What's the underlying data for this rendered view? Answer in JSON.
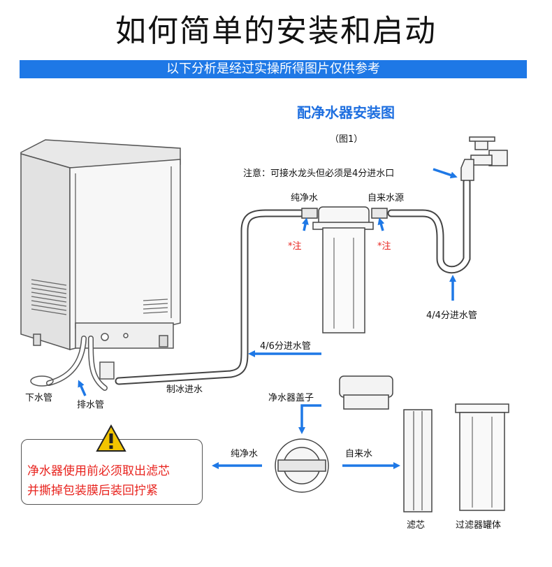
{
  "header": {
    "title": "如何简单的安装和启动",
    "banner": "以下分析是经过实操所得图片仅供参考"
  },
  "diagram": {
    "heading": "配净水器安装图",
    "figure_no": "（图1）",
    "note": "注意：可接水龙头但必须是4分进水口",
    "labels": {
      "pure_water_top": "纯净水",
      "tap_water_top": "自来水源",
      "note_mark_left": "*注",
      "note_mark_right": "*注",
      "pipe_44": "4/4分进水管",
      "pipe_46": "4/6分进水管",
      "ice_inlet": "制冰进水",
      "drain_down": "下水管",
      "drain_out": "排水管",
      "cap_label": "净水器盖子",
      "pure_water_bottom": "纯净水",
      "tap_water_bottom": "自来水",
      "filter_core": "滤芯",
      "filter_housing": "过滤器罐体"
    },
    "warning": {
      "line1": "净水器使用前必须取出滤芯",
      "line2": "并撕掉包装膜后装回拧紧"
    },
    "colors": {
      "accent_blue": "#1e78e6",
      "warning_red": "#e8231e",
      "warning_yellow": "#f2c400"
    },
    "icons": [
      "warning-triangle-icon",
      "arrow-icon"
    ]
  }
}
